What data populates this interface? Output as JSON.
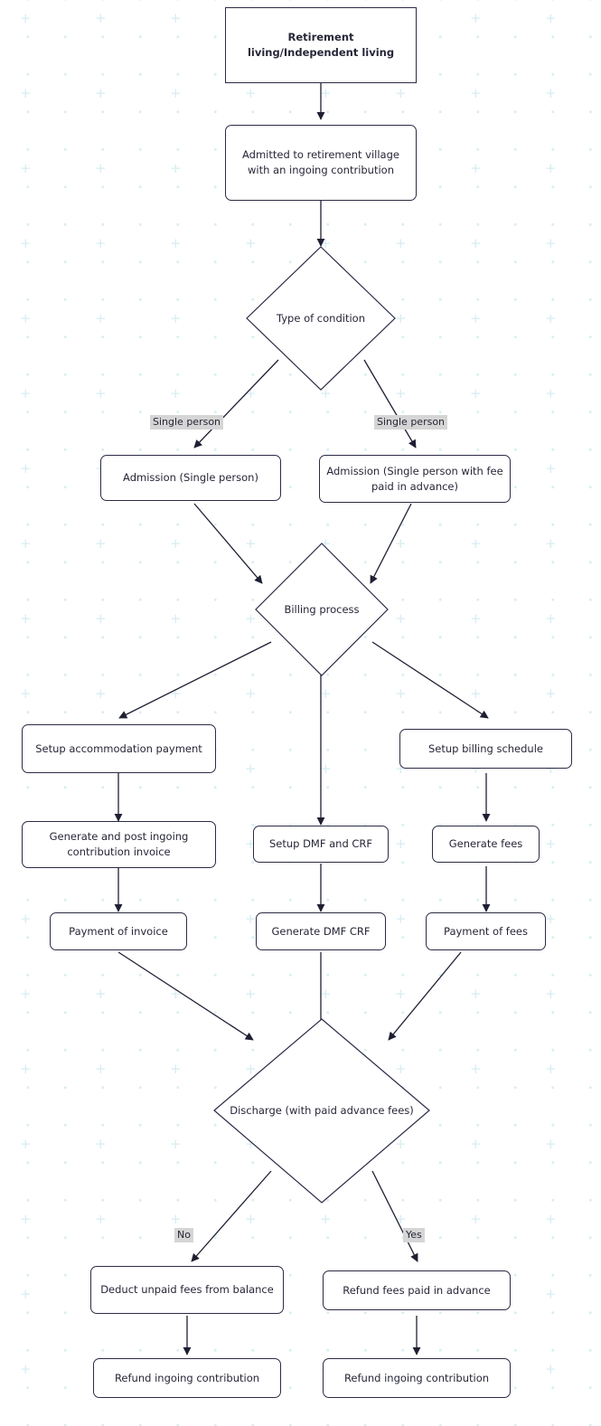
{
  "diagram": {
    "type": "flowchart",
    "nodes": [
      {
        "id": "n1",
        "label": "Retirement living/Independent living",
        "shape": "rect",
        "bold": true
      },
      {
        "id": "n2",
        "label": "Admitted to retirement village with an ingoing contribution",
        "shape": "rounded"
      },
      {
        "id": "n3",
        "label": "Type of condition",
        "shape": "diamond"
      },
      {
        "id": "n4",
        "label": "Admission (Single person)",
        "shape": "rect"
      },
      {
        "id": "n5",
        "label": "Admission (Single person with fee paid in advance)",
        "shape": "rect"
      },
      {
        "id": "n6",
        "label": "Billing process",
        "shape": "diamond"
      },
      {
        "id": "n7",
        "label": "Setup accommodation payment",
        "shape": "rect"
      },
      {
        "id": "n8",
        "label": "Setup DMF and CRF",
        "shape": "rect"
      },
      {
        "id": "n9",
        "label": "Setup billing schedule",
        "shape": "rect"
      },
      {
        "id": "n10",
        "label": "Generate and post ingoing contribution invoice",
        "shape": "rect"
      },
      {
        "id": "n11",
        "label": "Generate DMF CRF",
        "shape": "rect"
      },
      {
        "id": "n12",
        "label": "Generate fees",
        "shape": "rect"
      },
      {
        "id": "n13",
        "label": "Payment of invoice",
        "shape": "rect"
      },
      {
        "id": "n14",
        "label": "Payment of fees",
        "shape": "rect"
      },
      {
        "id": "n15",
        "label": "Discharge (with paid advance fees)",
        "shape": "diamond"
      },
      {
        "id": "n16",
        "label": "Deduct unpaid fees from balance",
        "shape": "rect"
      },
      {
        "id": "n17",
        "label": "Refund fees paid in advance",
        "shape": "rect"
      },
      {
        "id": "n18",
        "label": "Refund ingoing contribution",
        "shape": "rect"
      },
      {
        "id": "n19",
        "label": "Refund ingoing contribution",
        "shape": "rect"
      }
    ],
    "edge_labels": {
      "left_condition": "Single person",
      "right_condition": "Single person",
      "discharge_no": "No",
      "discharge_yes": "Yes"
    },
    "colors": {
      "node_border": "#2b2b45",
      "node_fill": "#ffffff",
      "text": "#262638",
      "edge": "#1f1f33",
      "edge_label_bg": "#d5d5d5",
      "background_dots": "#d9eef2"
    }
  }
}
